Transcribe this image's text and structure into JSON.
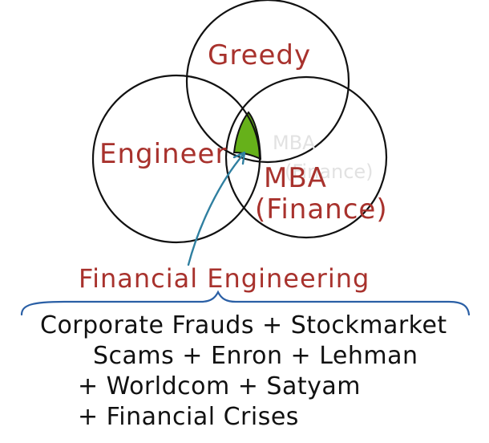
{
  "venn": {
    "labels": {
      "greedy": "Greedy",
      "engineer": "Engineer",
      "mba": "MBA",
      "mba_sub": "(Finance)"
    },
    "faint_text": {
      "line1": "MBA",
      "line2": "(Finance)"
    },
    "colors": {
      "label_red": "#a8322d",
      "overlap_green": "#66b11a",
      "arrow_teal": "#2f7fa0",
      "brace_blue": "#2a5fa5",
      "outline_black": "#111111"
    }
  },
  "caption": {
    "title": "Financial Engineering",
    "lines": [
      "Corporate Frauds + Stockmarket",
      "Scams + Enron + Lehman",
      "+ Worldcom + Satyam",
      "+ Financial Crises"
    ]
  }
}
